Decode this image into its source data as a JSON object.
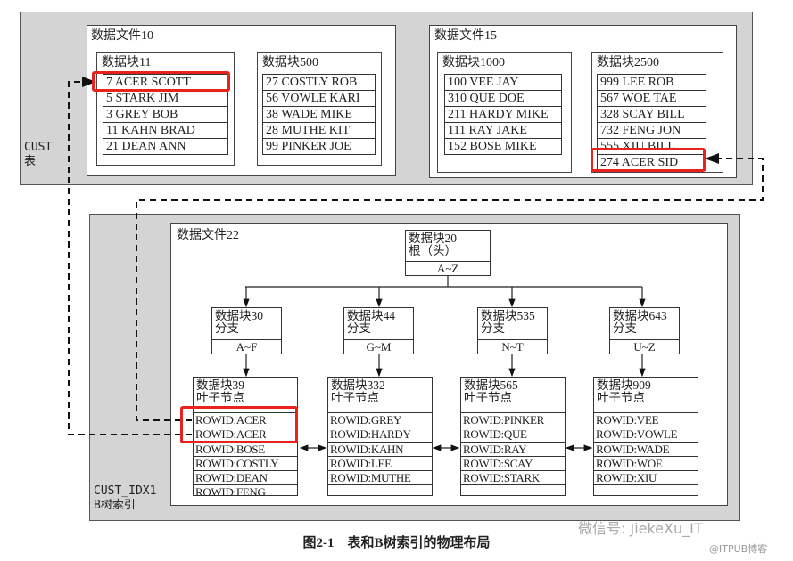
{
  "table": {
    "label_line1": "CUST",
    "label_line2": "表",
    "files": [
      {
        "name": "数据文件10",
        "blocks": [
          {
            "name": "数据块11",
            "rows": [
              "7 ACER SCOTT",
              "5 STARK JIM",
              "3 GREY BOB",
              "11 KAHN BRAD",
              "21 DEAN ANN"
            ]
          },
          {
            "name": "数据块500",
            "rows": [
              "27 COSTLY ROB",
              "56 VOWLE KARI",
              "38 WADE MIKE",
              "28 MUTHE KIT",
              "99 PINKER JOE"
            ]
          }
        ]
      },
      {
        "name": "数据文件15",
        "blocks": [
          {
            "name": "数据块1000",
            "rows": [
              "100 VEE JAY",
              "310 QUE DOE",
              "211 HARDY MIKE",
              "111 RAY JAKE",
              "152 BOSE MIKE"
            ]
          },
          {
            "name": "数据块2500",
            "rows": [
              "999 LEE ROB",
              "567 WOE TAE",
              "328 SCAY BILL",
              "732 FENG JON",
              "555 XIU BILL",
              "274 ACER SID"
            ]
          }
        ]
      }
    ]
  },
  "index": {
    "label_line1": "CUST_IDX1",
    "label_line2": "B树索引",
    "file": "数据文件22",
    "root": {
      "name": "数据块20",
      "type": "根（头）",
      "range": "A~Z"
    },
    "branches": [
      {
        "name": "数据块30",
        "type": "分支",
        "range": "A~F"
      },
      {
        "name": "数据块44",
        "type": "分支",
        "range": "G~M"
      },
      {
        "name": "数据块535",
        "type": "分支",
        "range": "N~T"
      },
      {
        "name": "数据块643",
        "type": "分支",
        "range": "U~Z"
      }
    ],
    "leaves": [
      {
        "name": "数据块39",
        "type": "叶子节点",
        "rows": [
          "ROWID:ACER",
          "ROWID:ACER",
          "ROWID:BOSE",
          "ROWID:COSTLY",
          "ROWID:DEAN",
          "ROWID:FENG"
        ]
      },
      {
        "name": "数据块332",
        "type": "叶子节点",
        "rows": [
          "ROWID:GREY",
          "ROWID:HARDY",
          "ROWID:KAHN",
          "ROWID:LEE",
          "ROWID:MUTHE",
          ""
        ]
      },
      {
        "name": "数据块565",
        "type": "叶子节点",
        "rows": [
          "ROWID:PINKER",
          "ROWID:QUE",
          "ROWID:RAY",
          "ROWID:SCAY",
          "ROWID:STARK",
          ""
        ]
      },
      {
        "name": "数据块909",
        "type": "叶子节点",
        "rows": [
          "ROWID:VEE",
          "ROWID:VOWLE",
          "ROWID:WADE",
          "ROWID:WOE",
          "ROWID:XIU",
          ""
        ]
      }
    ]
  },
  "caption": "图2-1    表和B树索引的物理布局",
  "watermark": {
    "wechat": "微信号: JiekeXu_IT",
    "blog": "@ITPUB博客"
  },
  "colors": {
    "highlight": "#e8231e",
    "panel": "#d4d4d4"
  }
}
